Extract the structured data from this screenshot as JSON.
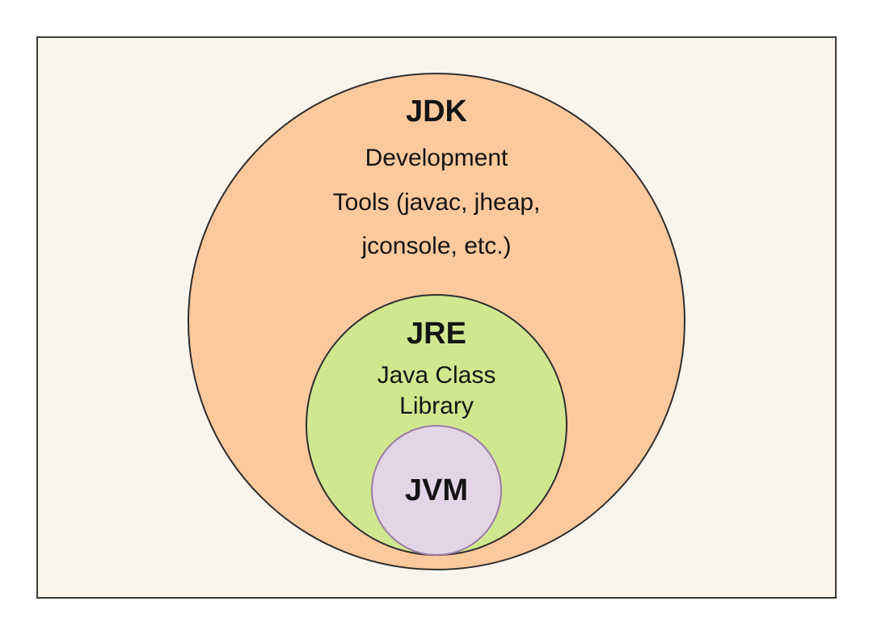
{
  "colors": {
    "background": "#f9f5ec",
    "border": "#3a3a3a",
    "jdk_fill": "#fcc99d",
    "jre_fill": "#d1e78f",
    "jvm_fill": "#e1d5e6",
    "jvm_stroke": "#9b7aa8",
    "text": "#141414"
  },
  "diagram": {
    "jdk": {
      "title": "JDK",
      "description_lines": [
        "Development",
        "Tools (javac, jheap,",
        "jconsole, etc.)"
      ]
    },
    "jre": {
      "title": "JRE",
      "description_lines": [
        "Java Class",
        "Library"
      ]
    },
    "jvm": {
      "title": "JVM"
    }
  }
}
